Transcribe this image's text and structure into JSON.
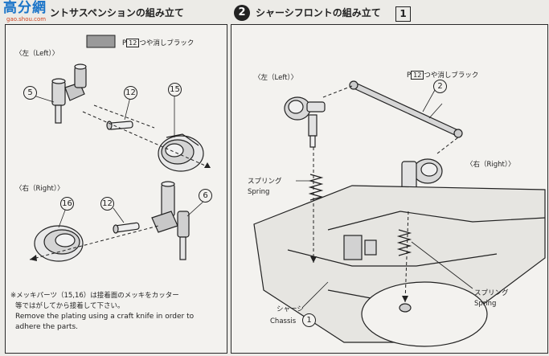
{
  "logo": {
    "text": "高分網",
    "url": "gao.shou.com"
  },
  "left": {
    "title": "ントサスペンションの組み立て",
    "paint": {
      "code": "12",
      "label": "つや消しブラック"
    },
    "left_label": "〈左（Left）〉",
    "right_label": "〈右（Right）〉",
    "parts": {
      "p5": "5",
      "p12a": "12",
      "p15": "15",
      "p16": "16",
      "p12b": "12",
      "p6": "6"
    },
    "note_jp1": "※メッキパーツ（15,16）は接着面のメッキをカッター",
    "note_jp2": "等ではがしてから接着して下さい。",
    "note_en1": "Remove the plating using a craft knife in order to",
    "note_en2": "adhere the parts."
  },
  "right": {
    "step": "2",
    "title": "シャーシフロントの組み立て",
    "step_box": "1",
    "paint": {
      "code": "12",
      "label": "つや消しブラック"
    },
    "left_label": "〈左（Left）〉",
    "right_label": "〈右（Right）〉",
    "part2": "2",
    "spring_top_jp": "スプリング",
    "spring_top_en": "Spring",
    "spring_bottom_jp": "スプリング",
    "spring_bottom_en": "Spring",
    "chassis_jp": "シャーシ",
    "chassis_en": "Chassis",
    "chassis_num": "1"
  }
}
